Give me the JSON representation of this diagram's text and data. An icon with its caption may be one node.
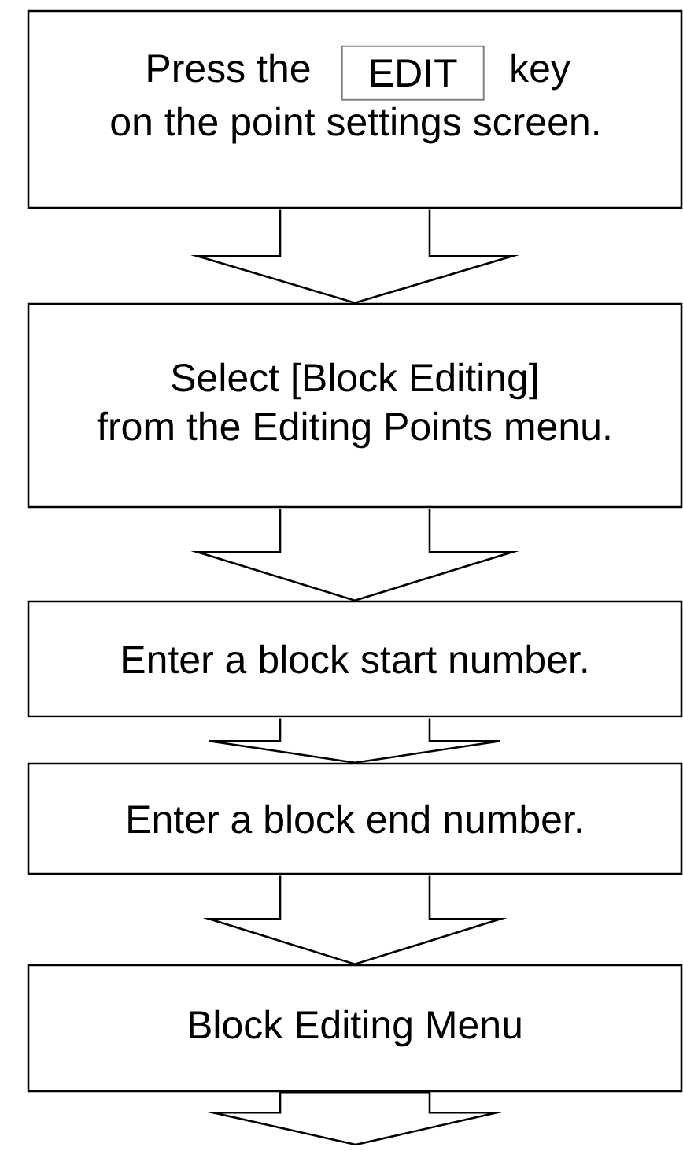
{
  "diagram": {
    "nodes": [
      {
        "text": [
          "Press the",
          "key",
          "on the point settings screen."
        ]
      },
      {
        "text": [
          "EDIT"
        ],
        "in": 0
      },
      {
        "text": [
          "Select [Block Editing] from the Editing Points menu."
        ]
      },
      {
        "text": [
          "Enter a block start number."
        ]
      },
      {
        "text": [
          "Enter a block end number."
        ]
      },
      {
        "text": [
          "Block Editing Menu"
        ]
      }
    ],
    "edges": [
      {
        "from": 0,
        "to": 2,
        "arrow": "to"
      },
      {
        "from": 2,
        "to": 3,
        "arrow": "to"
      },
      {
        "from": 3,
        "to": 4,
        "arrow": "to"
      },
      {
        "from": 4,
        "to": 5,
        "arrow": "to"
      },
      {
        "from": 5,
        "to": null,
        "arrow": "to"
      }
    ]
  }
}
